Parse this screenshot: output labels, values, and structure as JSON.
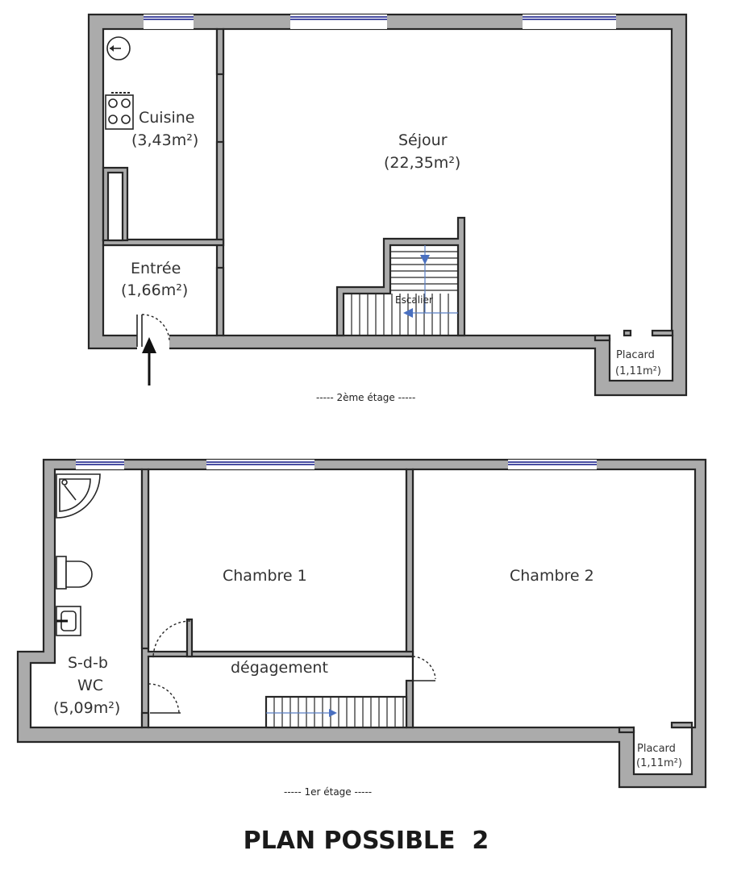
{
  "floor_upper": {
    "caption": "----- 2ème étage -----",
    "rooms": {
      "cuisine": {
        "name": "Cuisine",
        "area": "(3,43m²)"
      },
      "sejour": {
        "name": "Séjour",
        "area": "(22,35m²)"
      },
      "entree": {
        "name": "Entrée",
        "area": "(1,66m²)"
      },
      "escalier": {
        "name": "Escalier"
      },
      "placard": {
        "name": "Placard",
        "area": "(1,11m²)"
      }
    }
  },
  "floor_lower": {
    "caption": "----- 1er étage -----",
    "rooms": {
      "sdb": {
        "name_line1": "S-d-b",
        "name_line2": "WC",
        "area": "(5,09m²)"
      },
      "chambre1": {
        "name": "Chambre 1"
      },
      "chambre2": {
        "name": "Chambre 2"
      },
      "degagement": {
        "name": "dégagement"
      },
      "placard": {
        "name": "Placard",
        "area": "(1,11m²)"
      }
    }
  },
  "title": "PLAN POSSIBLE  2",
  "colors": {
    "wall": "#ababab",
    "outline": "#262626",
    "window": "#4a4fa3",
    "stair_arrow": "#4a70c0"
  }
}
